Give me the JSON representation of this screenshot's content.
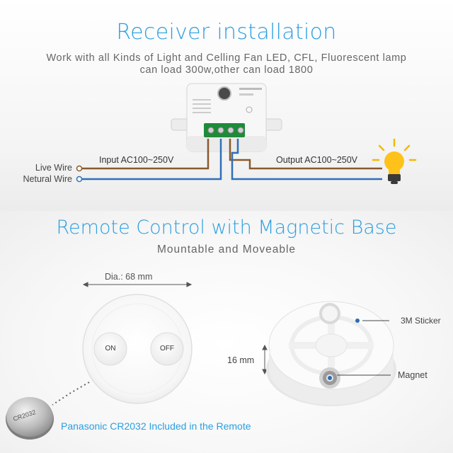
{
  "installation": {
    "title": "Receiver installation",
    "description_line1": "Work with all Kinds of Light and Celling Fan LED, CFL,  Fluorescent lamp",
    "description_line2": "can load 300w,other can load 1800",
    "input_label": "Input AC100~250V",
    "output_label": "Output AC100~250V",
    "live_wire_label": "Live Wire",
    "neutral_wire_label": "Netural Wire",
    "wire_colors": {
      "live": "#8a5a2b",
      "neutral": "#2f6fb8"
    }
  },
  "remote": {
    "title": "Remote Control with Magnetic Base",
    "subtitle": "Mountable and Moveable",
    "diameter_label": "Dia.: 68 mm",
    "thickness_label": "16 mm",
    "on_label": "ON",
    "off_label": "OFF",
    "sticker_label": "3M Sticker",
    "magnet_label": "Magnet",
    "battery_label": "Panasonic CR2032 Included in the Remote",
    "battery_print": "CR2032",
    "accent_color": "#2a9fe0"
  }
}
